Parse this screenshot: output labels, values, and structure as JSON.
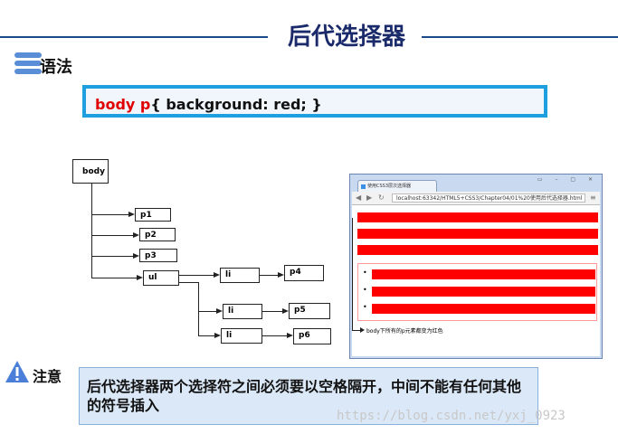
{
  "header": {
    "title": "后代选择器"
  },
  "section": {
    "label": "语法",
    "icon": "list-icon"
  },
  "code": {
    "selector": "body p",
    "declaration": "{  background: red;  }"
  },
  "tree": {
    "root": "body",
    "children": [
      "p1",
      "p2",
      "p3",
      "ul"
    ],
    "ul_children": [
      "li",
      "li",
      "li"
    ],
    "li_children": [
      "p4",
      "p5",
      "p6"
    ]
  },
  "browser": {
    "tab_title": "使用CSS3层次选择器",
    "url": "localhost:63342/HTML5+CSS3/Chapter04/01%20使用后代选择器.html",
    "annotation": "body下所有的p元素都变为红色",
    "colors": {
      "highlight": "#ff0000",
      "ul_border": "#ff9a9a"
    }
  },
  "note": {
    "label": "注意",
    "icon": "warning-icon",
    "text": "后代选择器两个选择符之间必须要以空格隔开，中间不能有任何其他的符号插入"
  },
  "watermark": "https://blog.csdn.net/yxj_0923",
  "colors": {
    "title": "#1a2a6a",
    "accent": "#1ea0e0",
    "selector": "#e00000",
    "note_bg": "#dbe8f7"
  }
}
